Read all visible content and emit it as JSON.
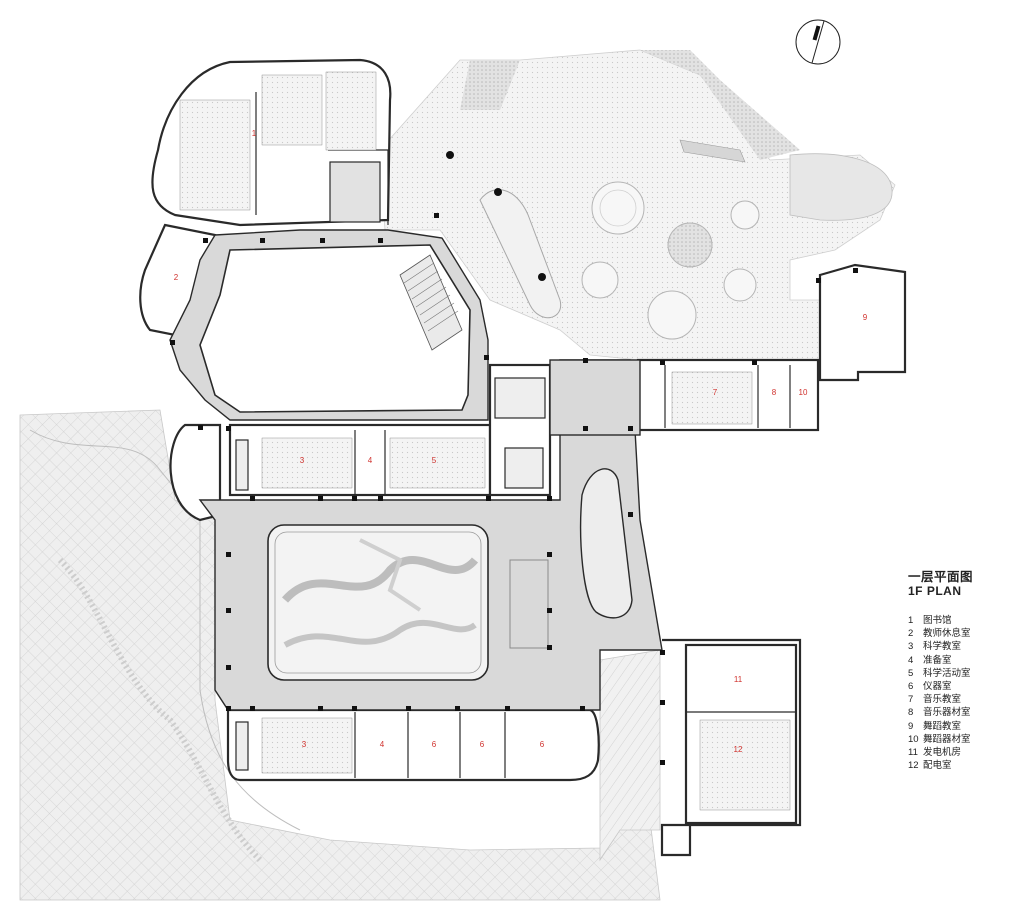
{
  "title": "一层平面图",
  "subtitle": "1F PLAN",
  "legend": [
    {
      "num": "1",
      "label": "图书馆"
    },
    {
      "num": "2",
      "label": "教师休息室"
    },
    {
      "num": "3",
      "label": "科学教室"
    },
    {
      "num": "4",
      "label": "准备室"
    },
    {
      "num": "5",
      "label": "科学活动室"
    },
    {
      "num": "6",
      "label": "仪器室"
    },
    {
      "num": "7",
      "label": "音乐教室"
    },
    {
      "num": "8",
      "label": "音乐器材室"
    },
    {
      "num": "9",
      "label": "舞蹈教室"
    },
    {
      "num": "10",
      "label": "舞蹈器材室"
    },
    {
      "num": "11",
      "label": "发电机房"
    },
    {
      "num": "12",
      "label": "配电室"
    }
  ],
  "room_labels": {
    "r1": "1",
    "r2": "2",
    "r3a": "3",
    "r3b": "3",
    "r4a": "4",
    "r4b": "4",
    "r5": "5",
    "r6a": "6",
    "r6b": "6",
    "r6c": "6",
    "r7": "7",
    "r8": "8",
    "r9": "9",
    "r10": "10",
    "r11": "11",
    "r12": "12"
  },
  "colors": {
    "corridor": "#d9d9d9",
    "wall": "#2a2a2a",
    "landscape": "#ececec",
    "label": "#d0312d"
  }
}
